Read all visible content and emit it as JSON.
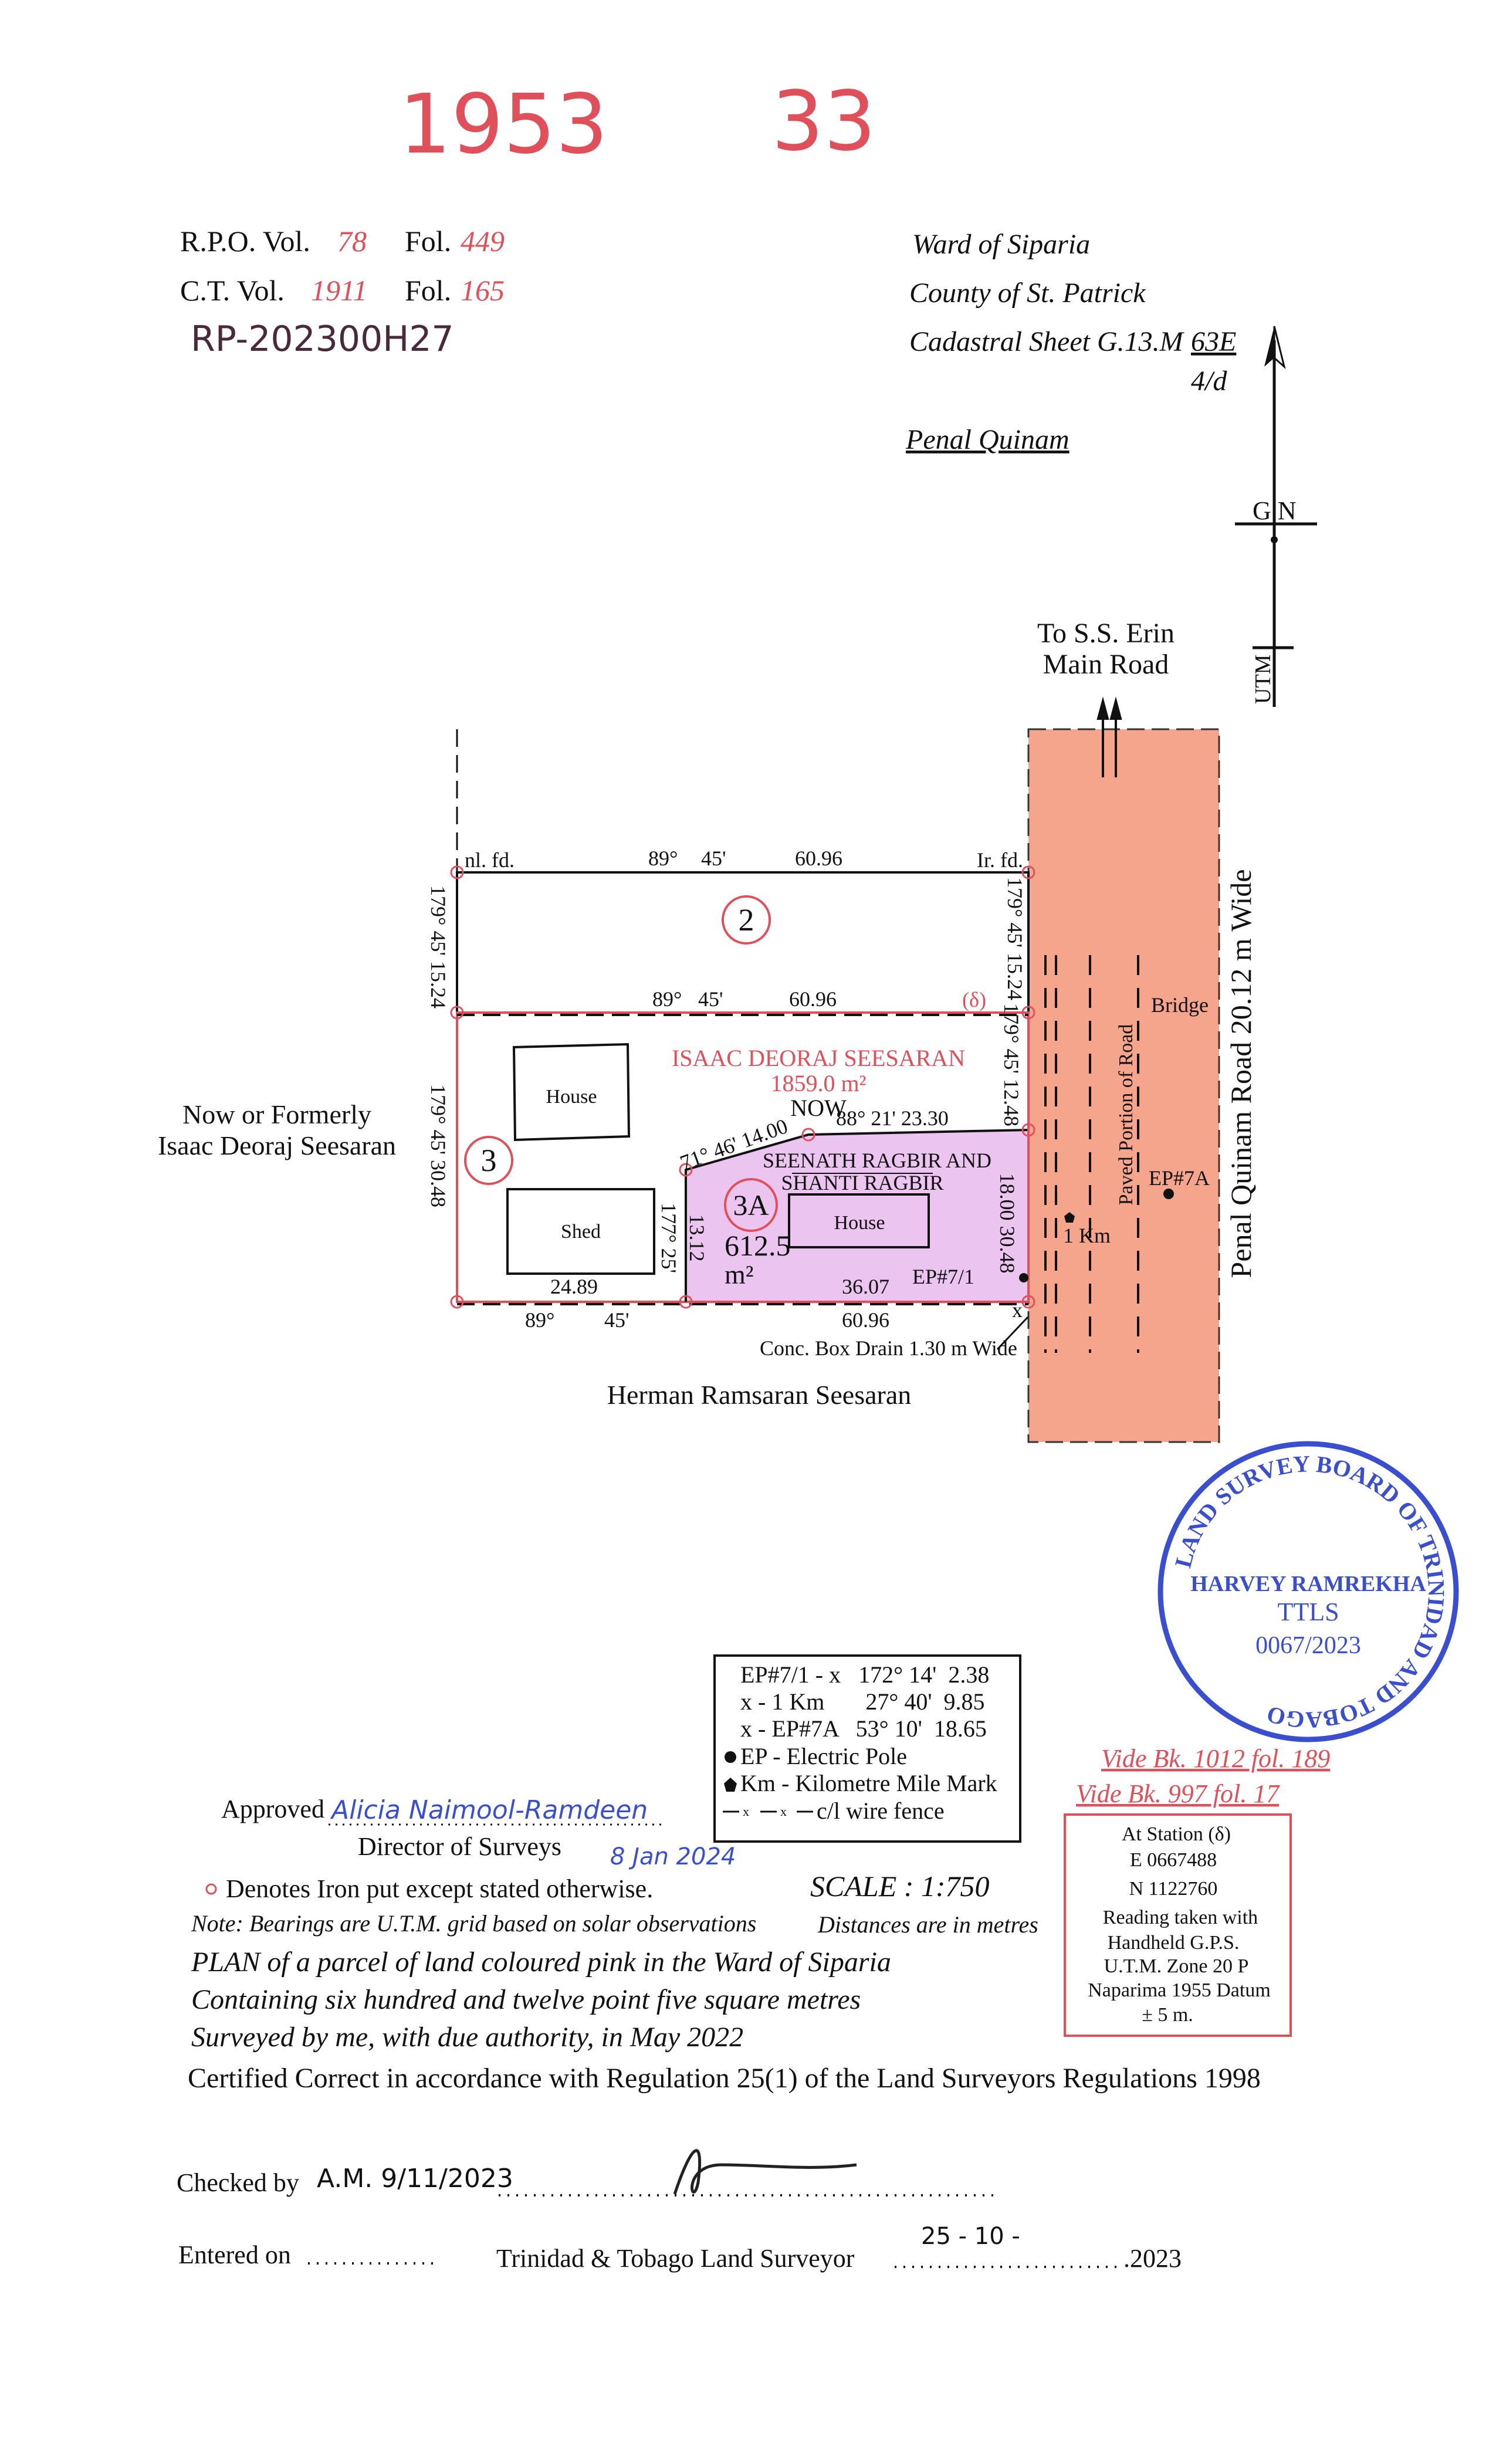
{
  "header": {
    "number_left": "1953",
    "number_right": "33",
    "rpo_label": "R.P.O. Vol.",
    "rpo_vol": "78",
    "rpo_fol_label": "Fol.",
    "rpo_fol": "449",
    "ct_label": "C.T. Vol.",
    "ct_vol": "1911",
    "ct_fol_label": "Fol.",
    "ct_fol": "165",
    "rp_number": "RP-202300H27",
    "ward": "Ward of Siparia",
    "county": "County of St. Patrick",
    "cadastral": "Cadastral Sheet  G.13.M",
    "cadastral_sheet": "63E",
    "cadastral_sub": "4/d",
    "area_name": "Penal Quinam"
  },
  "north_arrow": {
    "gn": "G N",
    "utm": "UTM"
  },
  "plan": {
    "road_top": [
      "To S.S. Erin",
      "Main Road"
    ],
    "road_name": "Penal  Quinam  Road  20.12 m  Wide",
    "paved": "Paved Portion of Road",
    "bridge": "Bridge",
    "ep7a": "EP#7A",
    "km": "1 Km",
    "nl_fd": "nl. fd.",
    "ir_fd": "Ir. fd.",
    "top_bearing_deg": "89°",
    "top_bearing_min": "45'",
    "top_dist": "60.96",
    "mid_bearing_deg": "89°",
    "mid_bearing_min": "45'",
    "mid_dist": "60.96",
    "bot_bearing_deg": "89°",
    "bot_bearing_min": "45'",
    "bot_dist": "60.96",
    "left_upper": "179° 45' 15.24",
    "right_upper": "179° 45' 15.24",
    "left_lower": "179° 45' 30.48",
    "right_mid": "179° 45'  12.48",
    "right_lower": "18.00  30.48",
    "station": "(δ)",
    "lot2": "2",
    "lot3": "3",
    "lot3a": "3A",
    "owner_main": "ISAAC DEORAJ SEESARAN",
    "owner_area": "1859.0 m²",
    "now": "NOW",
    "new_owner_1": "SEENATH RAGBIR AND",
    "new_owner_2": "SHANTI RAGBIR",
    "lot3a_area": "612.5",
    "lot3a_unit": "m²",
    "house1": "House",
    "shed": "Shed",
    "house2": "House",
    "bearing_diag": "71° 46' 14.00",
    "bearing_north_3a": "88° 21'  23.30",
    "bearing_west_3a": "177°  25'",
    "dist_west_3a": "13.12",
    "dist_shed": "24.89",
    "dist_3a_south": "36.07",
    "ep71": "EP#7/1",
    "x_mark": "x",
    "drain": "Conc.  Box  Drain 1.30 m Wide",
    "adj_west_1": "Now or Formerly",
    "adj_west_2": "Isaac Deoraj Seesaran",
    "adj_south": "Herman Ramsaran Seesaran"
  },
  "stamp": {
    "outer": "LAND SURVEY BOARD OF TRINIDAD AND TOBAGO",
    "name": "HARVEY RAMREKHA",
    "title": "TTLS",
    "number": "0067/2023"
  },
  "legend": {
    "rows": [
      "EP#7/1 - x   172° 14'  2.38",
      "x - 1 Km       27° 40'  9.85",
      "x - EP#7A   53° 10'  18.65"
    ],
    "ep": "EP - Electric Pole",
    "km": "Km - Kilometre Mile Mark",
    "fence": "c/l wire fence"
  },
  "vide": [
    "Vide Bk. 1012   fol. 189",
    "Vide Bk. 997   fol. 17"
  ],
  "gps_box": [
    "At Station (δ)",
    "E 0667488",
    "N 1122760",
    "Reading taken with",
    "Handheld G.P.S.",
    "U.T.M. Zone 20 P",
    "Naparima 1955 Datum",
    "± 5 m."
  ],
  "footer": {
    "approved": "Approved",
    "approved_sig": "Alicia Naimool-Ramdeen",
    "director": "Director of Surveys",
    "director_date": "8 Jan 2024",
    "iron": "Denotes Iron put except stated otherwise.",
    "scale": "SCALE : 1:750",
    "note": "Note: Bearings are U.T.M.  grid based on solar observations",
    "distances": "Distances are in metres",
    "plan": "PLAN of  a parcel of land coloured pink in the Ward of Siparia",
    "containing": "Containing six hundred and twelve point five square metres",
    "surveyed": "Surveyed by me, with due authority, in May 2022",
    "certified": "Certified Correct in accordance with Regulation 25(1) of the Land Surveyors Regulations 1998",
    "checked": "Checked by",
    "checked_hand": "A.M. 9/11/2023",
    "entered": "Entered on",
    "surveyor": "Trinidad & Tobago  Land Surveyor",
    "surveyor_date_hand": "25 - 10 -",
    "year": ".2023"
  },
  "colors": {
    "red": "#e0505a",
    "road": "#f5a58c",
    "pink": "#ecc4f0",
    "stamp": "#3a4fd0"
  }
}
